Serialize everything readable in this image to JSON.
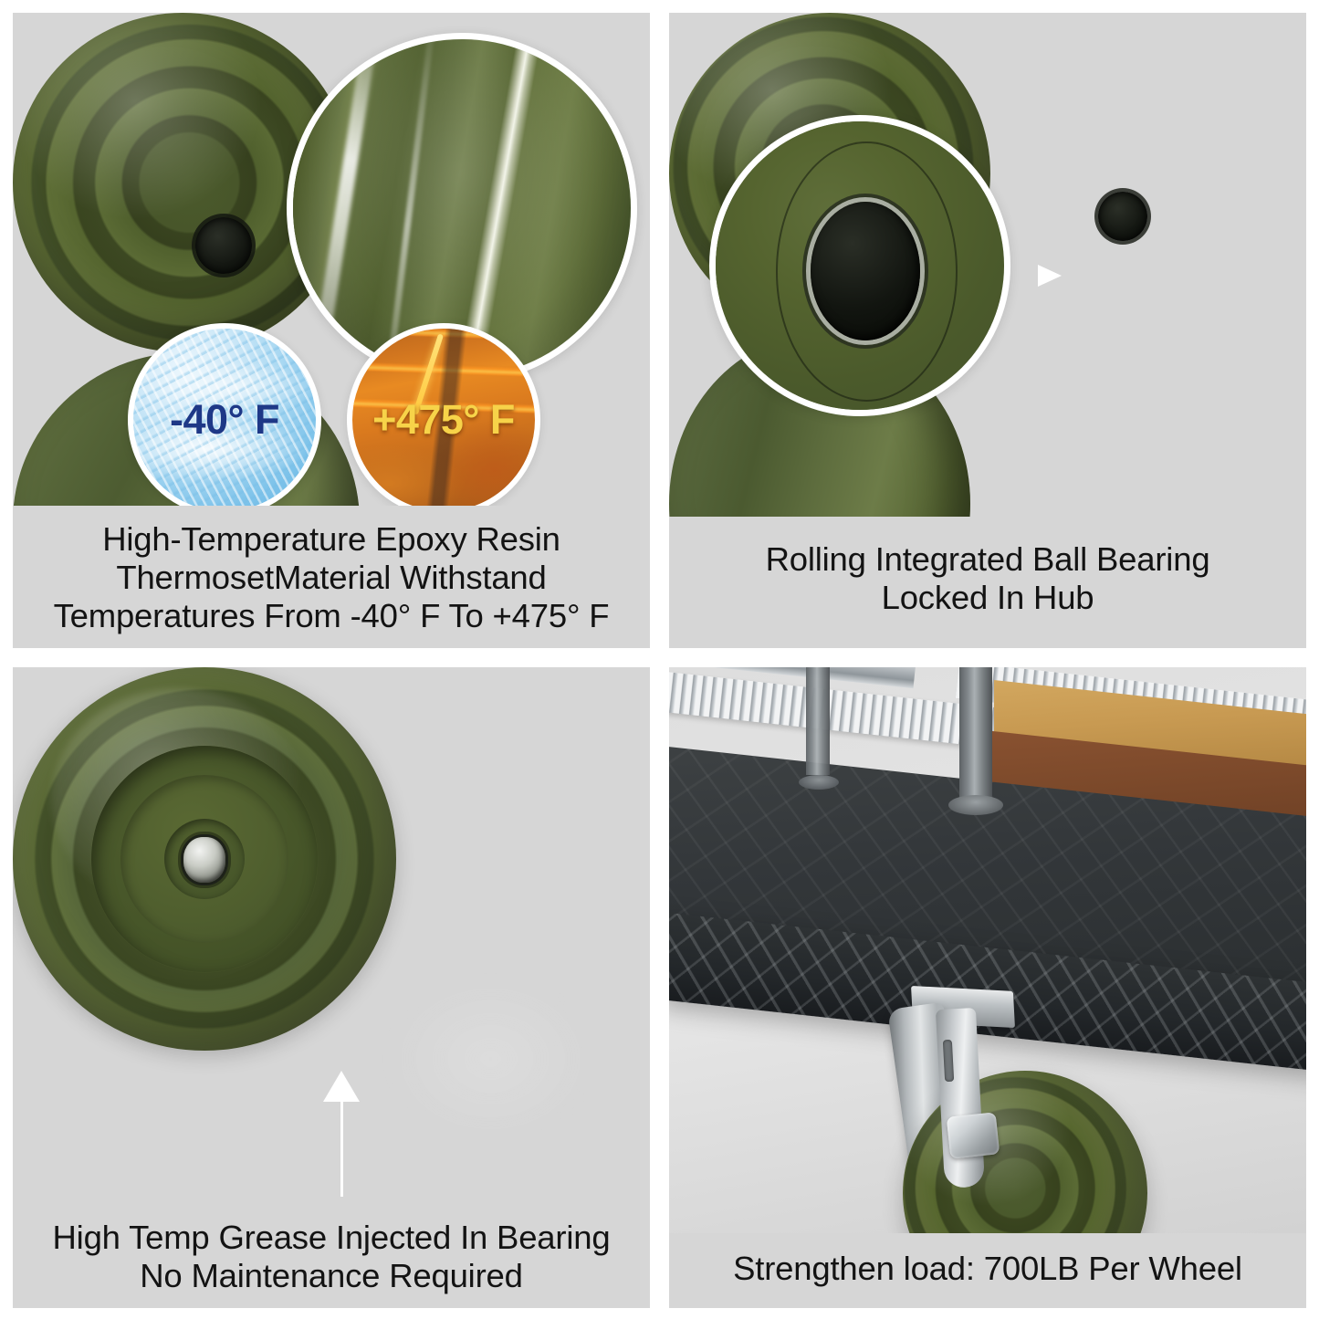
{
  "layout": {
    "background_color": "#ffffff",
    "panel_background": "#d6d6d6",
    "caption_color": "#131313",
    "wheel_color": "#4e5c2f",
    "gutter_color": "#ffffff"
  },
  "panels": [
    {
      "id": "temperature",
      "caption": "High-Temperature Epoxy Resin\nThermosetMaterial Withstand\nTemperatures From -40° F To +475° F",
      "badges": [
        {
          "name": "cold-temperature-badge",
          "label": "-40° F",
          "text_color": "#1e3887"
        },
        {
          "name": "hot-temperature-badge",
          "label": "+475° F",
          "text_color": "#f7d349"
        }
      ]
    },
    {
      "id": "ball-bearing",
      "caption": "Rolling Integrated Ball Bearing\nLocked In Hub"
    },
    {
      "id": "grease",
      "caption": "High Temp Grease Injected In Bearing\nNo Maintenance Required"
    },
    {
      "id": "load-capacity",
      "caption": "Strengthen load: 700LB Per Wheel"
    }
  ]
}
